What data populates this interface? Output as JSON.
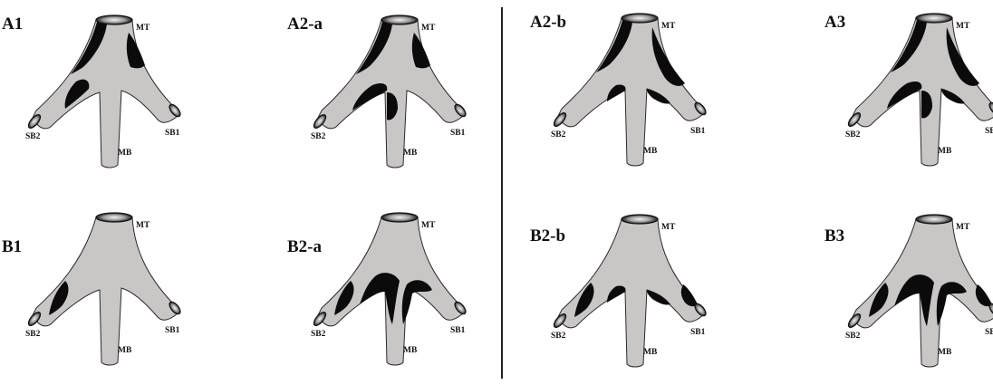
{
  "panels": [
    {
      "id": "A1",
      "plaques": [
        "mt-left",
        "mt-right",
        "sb2-top"
      ]
    },
    {
      "id": "A2-a",
      "plaques": [
        "mt-left",
        "mt-right",
        "sb2-crotch",
        "mb-left-crotch"
      ]
    },
    {
      "id": "A2-b",
      "plaques": [
        "mt-left",
        "mt-right-large",
        "sb2-crotch-small",
        "sb1-crotch-small"
      ]
    },
    {
      "id": "A3",
      "plaques": [
        "mt-left",
        "mt-right-large",
        "sb2-crotch",
        "mb-left-crotch",
        "sb1-crotch-small"
      ]
    },
    {
      "id": "B1",
      "plaques": [
        "sb2-upper"
      ]
    },
    {
      "id": "B2-a",
      "plaques": [
        "sb2-upper",
        "arc-left",
        "arc-right"
      ]
    },
    {
      "id": "B2-b",
      "plaques": [
        "sb2-upper",
        "sb1-upper",
        "sb2-crotch-small",
        "sb1-crotch-small"
      ]
    },
    {
      "id": "B3",
      "plaques": [
        "sb2-upper",
        "sb1-upper",
        "arc-left",
        "arc-right"
      ]
    }
  ],
  "vessel_labels": {
    "mt": "MT",
    "mb": "MB",
    "sb1": "SB1",
    "sb2": "SB2"
  },
  "colors": {
    "vessel": "#c9c6c6",
    "plaque": "#0b0b0b",
    "outline": "#2a2a2a"
  }
}
